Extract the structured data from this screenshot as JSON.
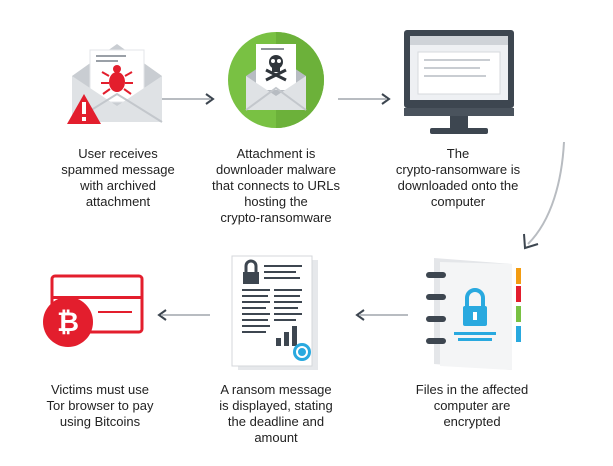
{
  "steps": [
    {
      "id": "spam-email",
      "caption": "User receives\nspammed message\nwith archived\nattachment",
      "icon": "email-bug-warning-icon"
    },
    {
      "id": "downloader",
      "caption": "Attachment is\ndownloader malware\nthat connects to URLs\nhosting the\ncrypto-ransomware",
      "icon": "skull-document-icon"
    },
    {
      "id": "download",
      "caption": "The\ncrypto-ransomware is\ndownloaded onto the\ncomputer",
      "icon": "computer-monitor-icon"
    },
    {
      "id": "encrypt",
      "caption": "Files in the affected\ncomputer are\nencrypted",
      "icon": "locked-notebook-icon"
    },
    {
      "id": "ransom-note",
      "caption": "A ransom message\nis displayed, stating\nthe deadline and\namount",
      "icon": "ransom-note-icon"
    },
    {
      "id": "pay",
      "caption": "Victims must use\nTor browser to pay\nusing Bitcoins",
      "icon": "bitcoin-card-icon"
    }
  ],
  "colors": {
    "red": "#e31e2d",
    "green": "#79c143",
    "dark": "#3d4650",
    "grey": "#b8bcc1",
    "monitor_screen": "#eef0f3",
    "lock_blue": "#29a9df"
  }
}
